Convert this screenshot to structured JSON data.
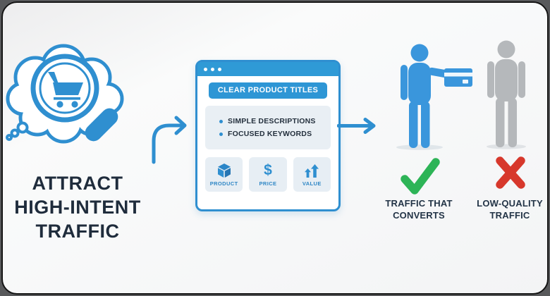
{
  "headline": {
    "lines": [
      "ATTRACT",
      "HIGH-INTENT",
      "TRAFFIC"
    ]
  },
  "browser": {
    "banner_label": "CLEAR PRODUCT TITLES",
    "bullets": [
      "SIMPLE DESCRIPTIONS",
      "FOCUSED KEYWORDS"
    ],
    "features": [
      {
        "icon": "cube-icon",
        "label": "PRODUCT"
      },
      {
        "icon": "dollar-icon",
        "label": "PRICE",
        "glyph": "$"
      },
      {
        "icon": "up-arrows-icon",
        "label": "VALUE"
      }
    ]
  },
  "outcomes": {
    "positive": {
      "mark": "check",
      "lines": [
        "TRAFFIC THAT",
        "CONVERTS"
      ]
    },
    "negative": {
      "mark": "cross",
      "lines": [
        "LOW-QUALITY",
        "TRAFFIC"
      ]
    }
  },
  "colors": {
    "accent_blue": "#2f8fd0",
    "figure_blue": "#3a96dc",
    "figure_gray": "#b5b8bb",
    "navy_text": "#1f2c3c",
    "check_green": "#2db457",
    "cross_red": "#d7382c",
    "panel_light": "#e9eff4",
    "card_bg": "#f7f8f8"
  }
}
